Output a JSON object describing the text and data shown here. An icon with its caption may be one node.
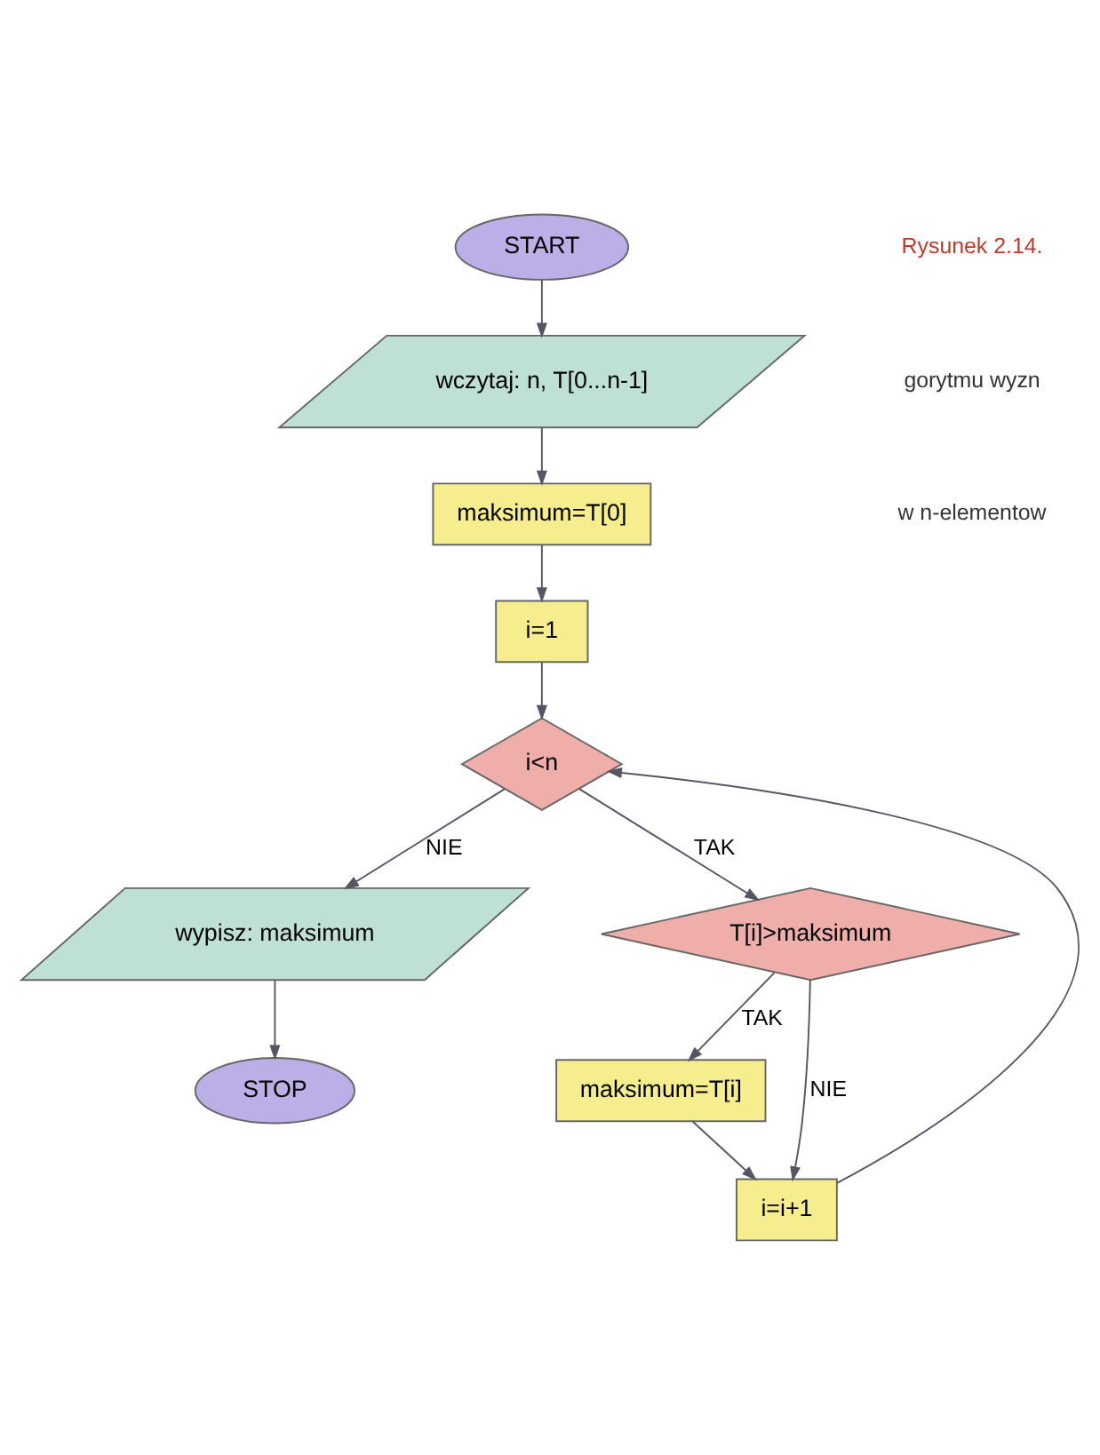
{
  "diagram": {
    "nodes": [
      {
        "text": [
          "START"
        ]
      },
      {
        "text": [
          "wczytaj: n, T[0...n-1]"
        ]
      },
      {
        "text": [
          "maksimum=T[0]"
        ]
      },
      {
        "text": [
          "i=1"
        ]
      },
      {
        "text": [
          "i<n"
        ]
      },
      {
        "text": [
          "wypisz: maksimum"
        ]
      },
      {
        "text": [
          "STOP"
        ]
      },
      {
        "text": [
          "T[i]>maksimum"
        ]
      },
      {
        "text": [
          "maksimum=T[i]"
        ]
      },
      {
        "text": [
          "i=i+1"
        ]
      }
    ],
    "edges": [
      {
        "from": 0,
        "to": 1,
        "arrow": "to"
      },
      {
        "from": 1,
        "to": 2,
        "arrow": "to"
      },
      {
        "from": 2,
        "to": 3,
        "arrow": "to"
      },
      {
        "from": 3,
        "to": 4,
        "arrow": "to"
      },
      {
        "from": 4,
        "to": 5,
        "label": "NIE",
        "arrow": "to"
      },
      {
        "from": 4,
        "to": 7,
        "label": "TAK",
        "arrow": "to"
      },
      {
        "from": 5,
        "to": 6,
        "arrow": "to"
      },
      {
        "from": 7,
        "to": 9,
        "label": "NIE",
        "arrow": "to"
      },
      {
        "from": 7,
        "to": 8,
        "label": "TAK",
        "arrow": "to"
      },
      {
        "from": 8,
        "to": 9,
        "arrow": "to"
      },
      {
        "from": 9,
        "to": 4,
        "arrow": "to"
      }
    ],
    "labels": [
      "Rysunek 2.14.",
      "gorytmu wyzn",
      "w n-elementow"
    ]
  }
}
